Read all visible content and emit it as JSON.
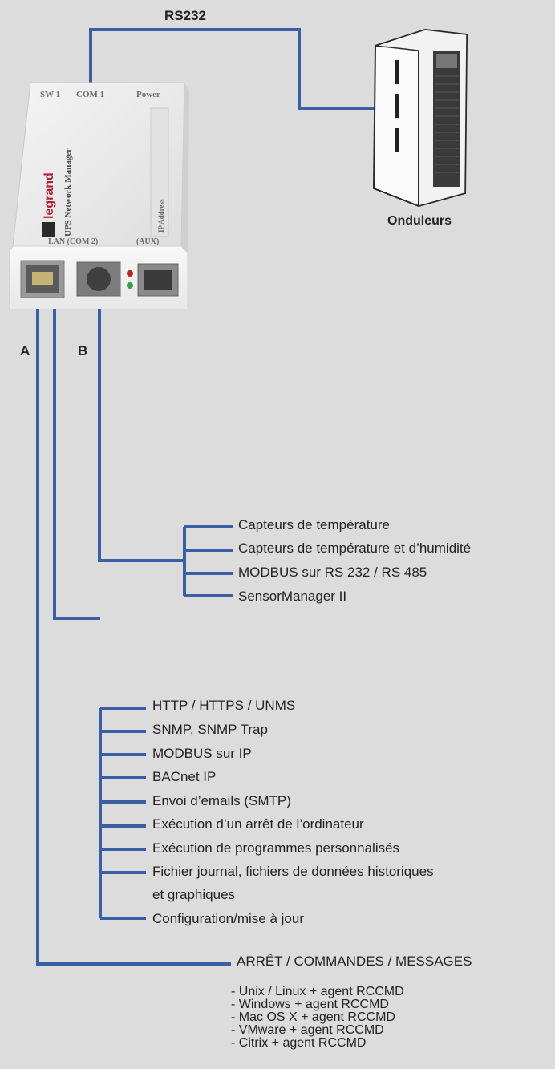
{
  "link_label": "RS232",
  "device": {
    "top_labels": [
      "SW 1",
      "COM 1",
      "Power"
    ],
    "brand": "legrand",
    "product": "UPS Network Manager",
    "bottom_label": "LAN (COM 2)",
    "bottom_label_right": "(AUX)",
    "side_label": "IP Address"
  },
  "ups_label": "Onduleurs",
  "port_a": "A",
  "port_b": "B",
  "b_items": [
    "Capteurs de température",
    "Capteurs de température et d’humidité",
    "MODBUS sur RS 232 / RS 485",
    "SensorManager II"
  ],
  "a_items": [
    "HTTP / HTTPS / UNMS",
    "SNMP, SNMP Trap",
    "MODBUS sur IP",
    "BACnet IP",
    "Envoi d’emails (SMTP)",
    "Exécution d’un arrêt de l’ordinateur",
    "Exécution de programmes personnalisés",
    "Fichier journal, fichiers de données historiques",
    "Configuration/mise à jour"
  ],
  "a_item_continuation": "et graphiques",
  "shutdown_label": "ARRÊT / COMMANDES / MESSAGES",
  "agents": [
    "- Unix / Linux + agent RCCMD",
    "- Windows + agent RCCMD",
    "- Mac OS X + agent RCCMD",
    "- VMware + agent RCCMD",
    "- Citrix + agent RCCMD"
  ],
  "colors": {
    "line": "#3a5fa4",
    "background": "#dcdcdc"
  }
}
